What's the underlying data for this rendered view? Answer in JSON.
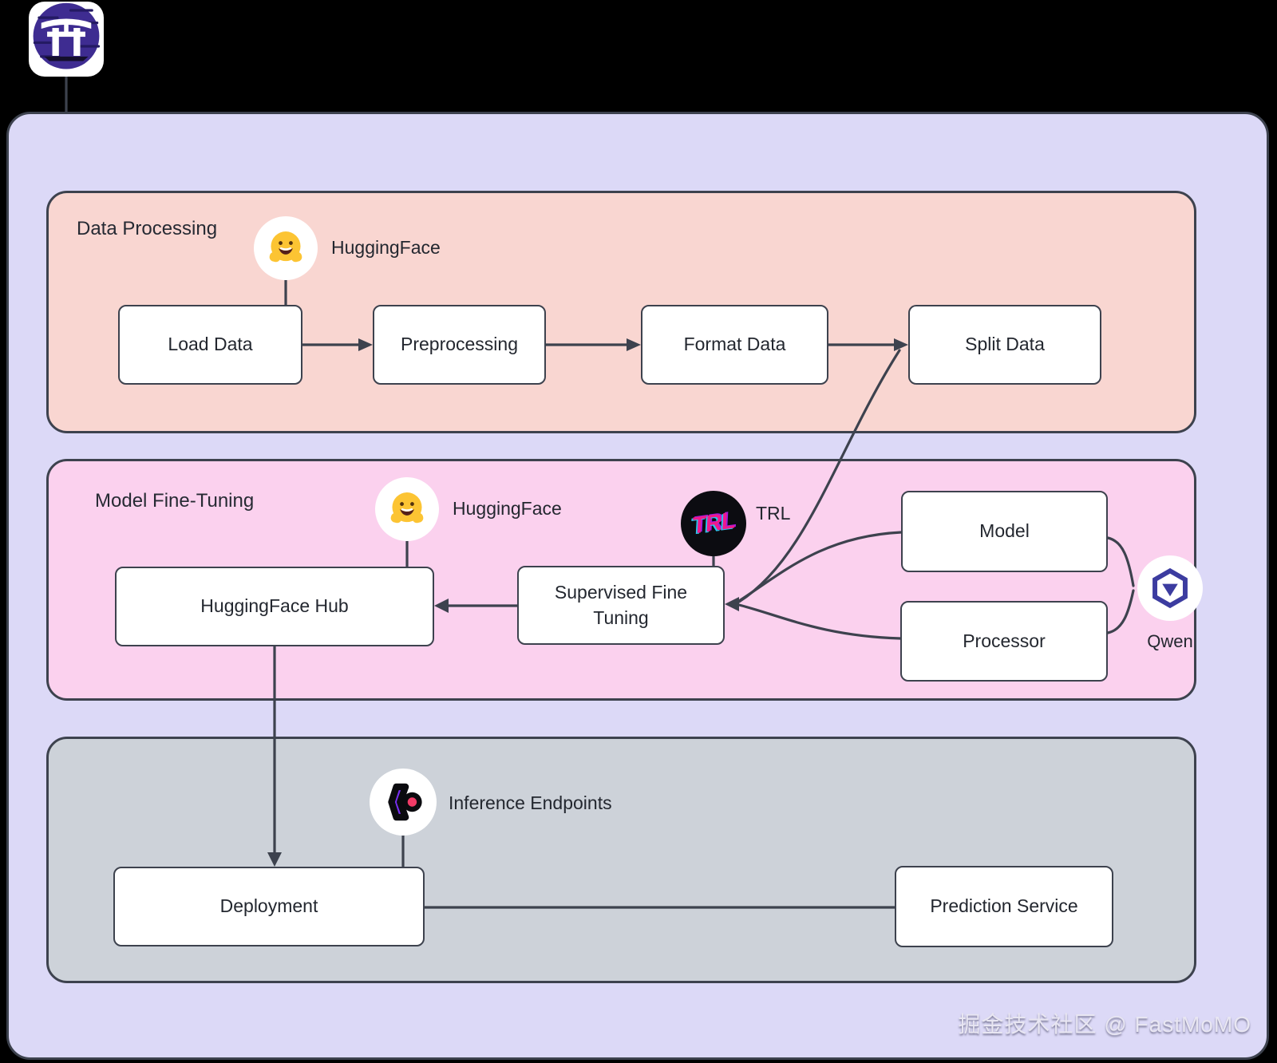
{
  "watermark": "掘金技术社区 @ FastMoMO",
  "colors": {
    "background": "#000000",
    "container": "#dcd9f7",
    "section_data_processing": "#f9d6d1",
    "section_fine_tuning": "#fbd1ee",
    "section_deployment": "#cdd2d9",
    "node_fill": "#ffffff",
    "stroke": "#3d424e",
    "text": "#23272f",
    "hf_yellow": "#fcc433",
    "trl_pink": "#f0188c",
    "qwen_indigo": "#3c3ca0",
    "endpoints_purple": "#7a2ff5",
    "endpoints_pink": "#f23b67",
    "logo_purple": "#3e2c91"
  },
  "sections": {
    "data_processing": {
      "title": "Data Processing",
      "hf_label": "HuggingFace"
    },
    "model_fine_tuning": {
      "title": "Model Fine-Tuning",
      "hf_label": "HuggingFace",
      "trl_icon_text": "TRL",
      "trl_label": "TRL",
      "qwen_label": "Qwen"
    },
    "deployment": {
      "endpoints_label": "Inference Endpoints"
    }
  },
  "nodes": {
    "load_data": {
      "label": "Load Data"
    },
    "preprocessing": {
      "label": "Preprocessing"
    },
    "format_data": {
      "label": "Format Data"
    },
    "split_data": {
      "label": "Split Data"
    },
    "huggingface_hub": {
      "label": "HuggingFace Hub"
    },
    "supervised_fine_tuning": {
      "label": "Supervised Fine Tuning"
    },
    "model": {
      "label": "Model"
    },
    "processor": {
      "label": "Processor"
    },
    "deployment": {
      "label": "Deployment"
    },
    "prediction_service": {
      "label": "Prediction Service"
    }
  },
  "edges": [
    {
      "from": "load_data",
      "to": "preprocessing",
      "arrow": true
    },
    {
      "from": "preprocessing",
      "to": "format_data",
      "arrow": true
    },
    {
      "from": "format_data",
      "to": "split_data",
      "arrow": true
    },
    {
      "from": "split_data",
      "to": "supervised_fine_tuning",
      "arrow": true
    },
    {
      "from": "model",
      "to": "supervised_fine_tuning",
      "arrow": true
    },
    {
      "from": "processor",
      "to": "supervised_fine_tuning",
      "arrow": true
    },
    {
      "from": "supervised_fine_tuning",
      "to": "huggingface_hub",
      "arrow": true
    },
    {
      "from": "huggingface_hub",
      "to": "deployment",
      "arrow": true
    },
    {
      "from": "deployment",
      "to": "prediction_service",
      "arrow": false
    },
    {
      "from": "model",
      "to": "qwen",
      "arrow": false
    },
    {
      "from": "processor",
      "to": "qwen",
      "arrow": false
    },
    {
      "from": "huggingface_icon_1",
      "to": "load_data",
      "arrow": false
    },
    {
      "from": "huggingface_icon_2",
      "to": "huggingface_hub",
      "arrow": false
    },
    {
      "from": "trl_icon",
      "to": "supervised_fine_tuning",
      "arrow": false
    },
    {
      "from": "inference_endpoints_icon",
      "to": "deployment",
      "arrow": false
    }
  ]
}
